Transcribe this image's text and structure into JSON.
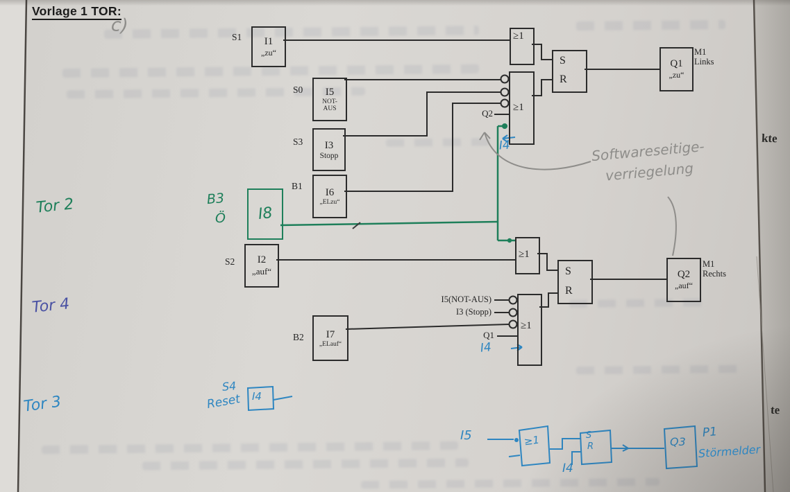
{
  "title": "Vorlage 1 TOR:",
  "pencil_notes": {
    "c_mark": "c)",
    "interlock_line1": "Softwareseitige-",
    "interlock_line2": "verriegelung"
  },
  "margin_notes": {
    "tor2": "Tor 2",
    "tor4": "Tor 4",
    "tor3": "Tor 3"
  },
  "blocks": {
    "s1": {
      "ref": "S1",
      "id": "I1",
      "label": "„zu“"
    },
    "s0": {
      "ref": "S0",
      "id": "I5",
      "label1": "NOT-",
      "label2": "AUS"
    },
    "s3": {
      "ref": "S3",
      "id": "I3",
      "label": "Stopp"
    },
    "b1": {
      "ref": "B1",
      "id": "I6",
      "label": "„ELzu“"
    },
    "b3": {
      "ref": "B3",
      "ref2": "Ö",
      "id": "I8"
    },
    "s2": {
      "ref": "S2",
      "id": "I2",
      "label": "„auf“"
    },
    "b2": {
      "ref": "B2",
      "id": "I7",
      "label": "„ELauf“"
    },
    "q1": {
      "id": "Q1",
      "label": "„zu“",
      "device": "M1",
      "direction": "Links"
    },
    "q2": {
      "id": "Q2",
      "label": "„auf“",
      "device": "M1",
      "direction": "Rechts"
    }
  },
  "gates": {
    "or": "≥1",
    "set": "S",
    "reset": "R"
  },
  "gate_inputs": {
    "q2_feedback": "Q2",
    "i4_top": "I4",
    "notaus": "I5(NOT-AUS)",
    "stopp": "I3 (Stopp)",
    "q1_feedback": "Q1",
    "i4_bottom": "I4"
  },
  "reset_block": {
    "ref": "S4",
    "label": "Reset",
    "id": "I4"
  },
  "fault_circuit": {
    "input": "I5",
    "or": "≥1",
    "set": "S",
    "reset": "R",
    "reset_input": "I4",
    "output": "Q3",
    "device": "P1",
    "device_label": "Störmelder"
  },
  "background_fragments": {
    "right_top": "kte",
    "right_bottom": "te"
  },
  "ink_colors": {
    "printed": "#2b2b2b",
    "green_pen": "#1e7f5a",
    "blue_pen": "#2e86c1",
    "violet_pen": "#4a52a3",
    "pencil": "#8e8d8a"
  }
}
